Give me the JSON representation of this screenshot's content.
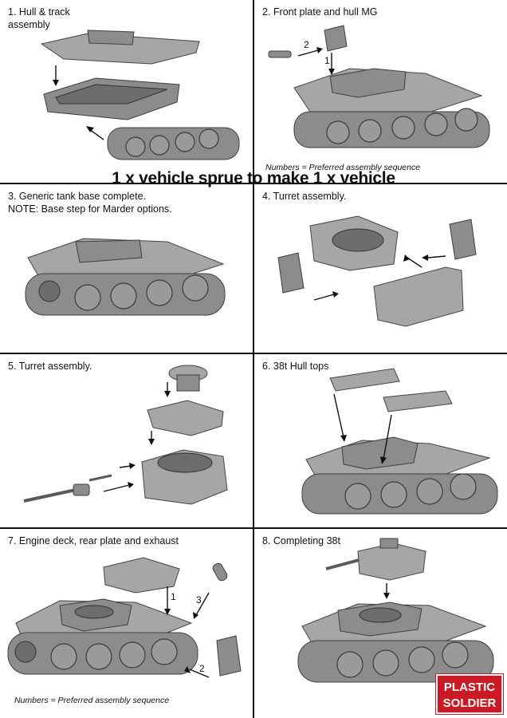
{
  "panels": [
    {
      "label": "1. Hull & track\nassembly"
    },
    {
      "label": "2. Front plate and hull MG"
    },
    {
      "label": "3. Generic tank base complete.\nNOTE: Base step for Marder options."
    },
    {
      "label": "4. Turret assembly."
    },
    {
      "label": "5. Turret  assembly."
    },
    {
      "label": "6. 38t Hull tops"
    },
    {
      "label": "7. Engine deck, rear plate and exhaust"
    },
    {
      "label": "8. Completing 38t"
    }
  ],
  "headline": "1 x vehicle sprue to make 1 x vehicle",
  "notes": {
    "top": "Numbers = Preferred assembly sequence",
    "bottom": "Numbers = Preferred assembly sequence"
  },
  "step_numbers": {
    "p2": [
      "2",
      "1"
    ],
    "p7": [
      "1",
      "3",
      "2"
    ]
  },
  "logo": {
    "line1": "PLASTIC",
    "line2": "SOLDIER"
  },
  "colors": {
    "logo_red": "#c91a26",
    "part_grey": "#8c8c8c"
  }
}
